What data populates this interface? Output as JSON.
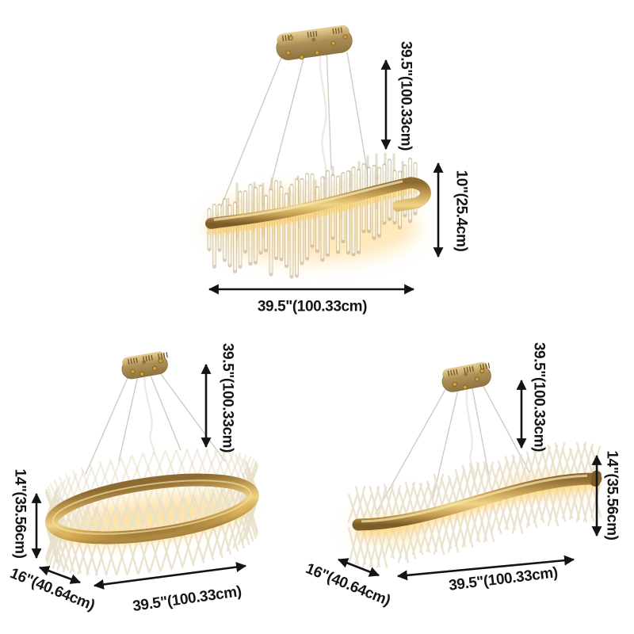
{
  "products": {
    "top": {
      "dimensions": {
        "drop": "39.5\"(100.33cm)",
        "height": "10\"(25.4cm)",
        "width": "39.5\"(100.33cm)"
      }
    },
    "bottom_left": {
      "dimensions": {
        "drop": "39.5\"(100.33cm)",
        "height": "14\"(35.56cm)",
        "depth": "16\"(40.64cm)",
        "width": "39.5\"(100.33cm)"
      }
    },
    "bottom_right": {
      "dimensions": {
        "drop": "39.5\"(100.33cm)",
        "height": "14\"(35.56cm)",
        "depth": "16\"(40.64cm)",
        "width": "39.5\"(100.33cm)"
      }
    }
  },
  "colors": {
    "background": "#ffffff",
    "annotation_text": "#151515",
    "arrow": "#141414",
    "gold_metal": "#c8a256",
    "crystal": "#f3eedf",
    "warm_glow": "#ffcf6e",
    "wire": "#cfccc2"
  }
}
